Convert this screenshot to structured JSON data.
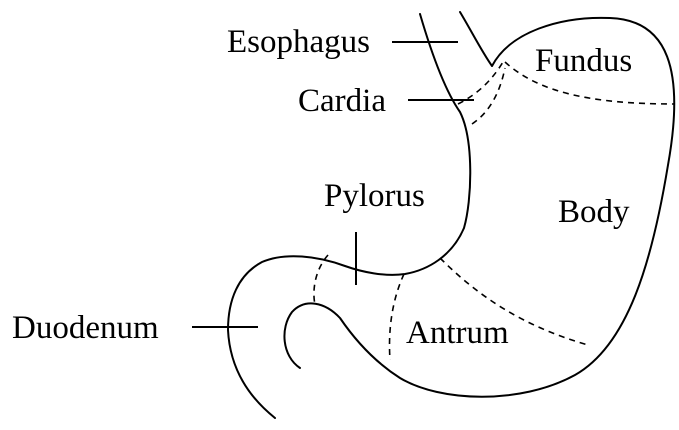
{
  "diagram": {
    "labels": {
      "esophagus": "Esophagus",
      "fundus": "Fundus",
      "cardia": "Cardia",
      "pylorus": "Pylorus",
      "body": "Body",
      "duodenum": "Duodenum",
      "antrum": "Antrum"
    }
  }
}
